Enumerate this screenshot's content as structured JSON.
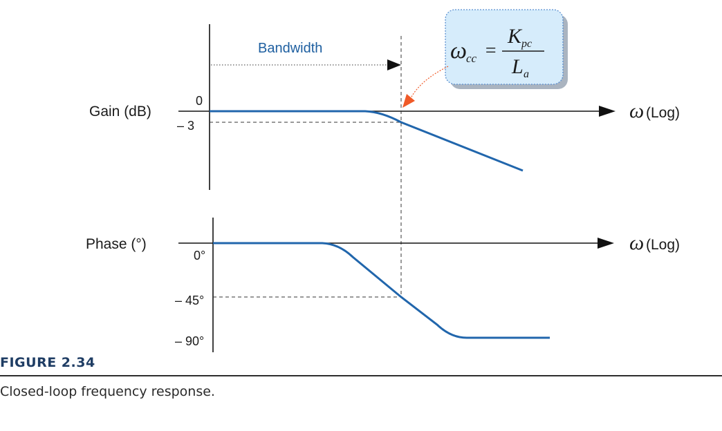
{
  "diagram": {
    "gain_axis_label": "Gain (dB)",
    "phase_axis_label": "Phase (°)",
    "x_axis_label_gain": "(Log)",
    "x_axis_label_phase": "(Log)",
    "omega_symbol": "ω",
    "gain_ticks": [
      "0",
      "– 3"
    ],
    "phase_ticks": [
      "0°",
      "– 45°",
      "– 90°"
    ],
    "bandwidth_label": "Bandwidth",
    "formula": {
      "lhs": "ω",
      "lhs_sub": "cc",
      "equals": "=",
      "numerator": "K",
      "numerator_sub": "pc",
      "denominator": "L",
      "denominator_sub": "a"
    },
    "colors": {
      "curve": "#2166ac",
      "bandwidth_text": "#1e5fa0",
      "callout_arrow": "#f05a28",
      "formula_box_fill": "#d6ecfb",
      "formula_box_border": "#5a8fd0"
    }
  },
  "figure": {
    "title": "FIGURE 2.34",
    "caption": "Closed-loop frequency response."
  }
}
